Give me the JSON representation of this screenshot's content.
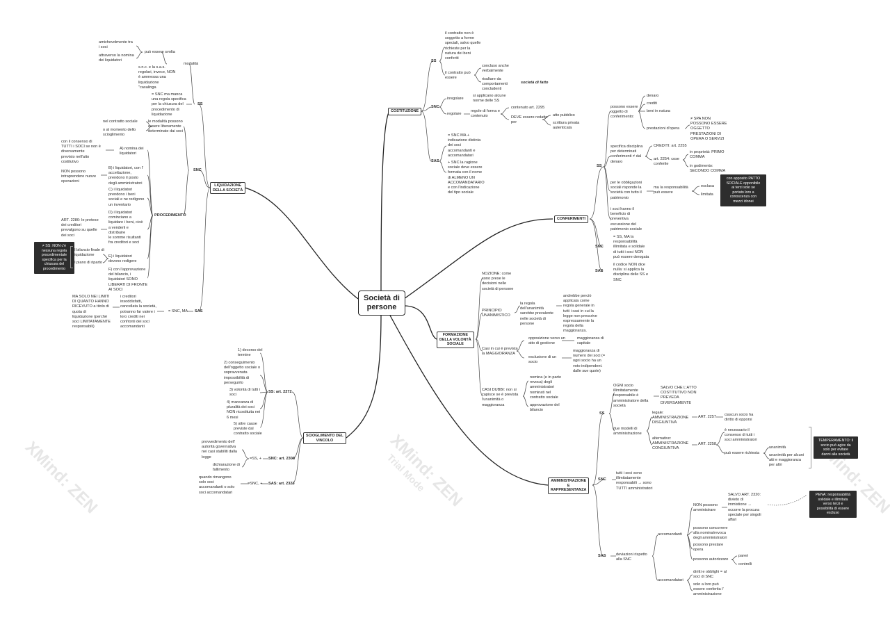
{
  "central": "Società di\npersone",
  "watermark": {
    "brand": "XMind: ZEN",
    "mode": "Trial Mode"
  },
  "branches": {
    "costituzione": {
      "title": "COSTITUZIONE",
      "ss_tag": "SS",
      "ss_text1": "il contratto non è\nsoggetto a forme\nspeciali, salvo quelle\nrichieste per la\nnatura dei beni\nconferiti",
      "ss_text2": "il contratto può\nessere",
      "verbal": "concluso anche\nverbalmente",
      "fatto": "risultare da\ncomportamenti\nconcludenti",
      "fatto_label": "società di fatto",
      "snc_tag": "SNC",
      "irregolare": "irregolare",
      "irregolare_note": "si applicano alcune\nnorme delle SS",
      "regolare": "regolare",
      "forma": "regole di forma e\ncontenuto",
      "contenuto": "contenuto art. 2295",
      "deve": "DEVE essere redatto\nper",
      "atto": "atto pubblico",
      "scrittura": "scrittura privata\nautenticata",
      "sas_tag": "SAS",
      "sas_text1": "= SNC MA +\nindicazione distinta\ndei soci\naccomandanti e\naccomandatari",
      "sas_text2": "+ SNC la ragione\nsociale deve essere\nformata con il nome\ndi ALMENO UN\nACCOMANDATARIO\ne con l'indicazione\ndel tipo sociale"
    },
    "conferimenti": {
      "title": "CONFERIMENTI",
      "ss_tag": "SS",
      "oggetto": "possono essere\noggetto di\nconferimento:",
      "denaro": "denaro",
      "crediti": "crediti",
      "beni": "beni in natura",
      "opera": "prestazioni d'opera",
      "spa": "≠ SPA NON\nPOSSONO ESSERE\nOGGETTO\nPRESTAZIONI DI\nOPERA O SERVIZI",
      "disciplina": "specifica disciplina\nper determinati\nconferimenti ≠ dal\ndenaro",
      "crediti_art": "CREDITI: art. 2255",
      "art2254": "art. 2254: cose\nconferite",
      "proprieta": "in proprietà: PRIMO\nCOMMA",
      "godimento": "in godimento:\nSECONDO COMMA",
      "obbligazioni": "per le obbligazioni\nsociali risponde la\nsocietà con tutto il\npatrimonio",
      "ma_resp": "ma la responsabilità\npuò essere",
      "esclusa": "esclusa",
      "limitata": "limitata",
      "patto_note": "con apposito PATTO\nSOCIALE opponibile\nai terzi solo se\nportato loro a\nconoscenza con\nmezzi idonei",
      "beneficio": "i soci hanno il\nbeneficio di\npreventiva\nescussione del\npatrimonio sociale",
      "snc_tag": "SNC",
      "snc_text": "= SS, MA la\nresponsabilità\nillimitata e solidale\ndi tutti i soci NON\npuò essere derogata",
      "sas_tag": "SAS",
      "sas_text": "il codice NON dice\nnulla: si applica la\ndisciplina delle SS e\nSNC"
    },
    "formazione": {
      "title": "FORMAZIONE\nDELLA VOLONTÀ\nSOCIALE",
      "nozione": "NOZIONE: come\nsono prese le\ndecisioni nelle\nsocietà di persone",
      "principio": "PRINCIPIO\nUNANIMISTICO",
      "regola": "la regola\ndell'unanimità\nsarebbe prevalente\nnelle società di\npersone",
      "andrebbe": "andrebbe perciò\napplicata come\nregola generale in\ntutti i casi in cui la\nlegge non prescrive\nespressamente la\nregola della\nmaggioranza.",
      "casi": "Casi in cui è prevista\nla MAGGIORANZA",
      "opposizione": "opposizione verso un\natto di gestione",
      "magg_capitale": "maggioranza di\ncapitale",
      "esclusione": "esclusione di un\nsocio",
      "magg_numero": "maggioranza di\nnumero dei soci (=\nogni socio ha un\nvoto indipendent.\ndalle sue quote)",
      "dubbi": "CASI DUBBI: non si\ncapisce se è prevista\nl'unanimità o\nmaggioranza",
      "nomina": "nomina (e in parte\nrevoca) degli\namministratori\nnominati nel\ncontratto sociale",
      "bilancio": "approvazione del\nbilancio"
    },
    "amministrazione": {
      "title": "AMMINISTRAZIONE\nE\nRAPPRESENTANZA",
      "ss_tag": "SS",
      "ogni_socio": "OGNI socio\nillimitatamente\nresponsabile è\namministratore della\nsocietà",
      "salvo": "SALVO CHE L'ATTO\nCOSTITUTIVO NON\nPREVEDA\nDIVERSAMENTE",
      "modelli": "due modelli di\namministrazione",
      "legale": "legale:\nAMMINISTRAZIONE\nDISGIUNTIVA",
      "art2257": "ART. 2257",
      "opporsi": "ciascun socio ha\ndiritto di opporsi",
      "alternativo": "alternativo:\nAMMINISTRAZIONE\nCONGIUNTIVA",
      "art2258": "ART. 2258",
      "consenso": "è necessario il\nconsenso di tutti i\nsoci amministratori",
      "richiesta": "può essere richiesta",
      "unanimita": "unanimità",
      "unan_alcuni": "unanimità per alcuni\natti e maggioranza\nper altri",
      "temperamento": "TEMPERAMENTO: il\nsocio può agire da\nsolo per evitare\ndanni alla società",
      "snc_tag": "SNC",
      "snc_text": "tutti i soci sono\nillimitatamente\nresponsabili → sono\nTUTTI amministratori",
      "sas_tag": "SAS",
      "deviazioni": "deviazioni rispetto\nalla SNC",
      "accomandanti": "accomandanti",
      "non_possono": "NON possono\namministrare",
      "salvo2320": "SALVO ART. 2320:\ndivieto di\nimmistione →\noccorre la procura\nspeciale per singoli\naffari",
      "pena": "PENA: responsabilità\nsolidale e illimitata\nverso terzi e\npossibilità di essere\nescluso",
      "concorrere": "possono concorrere\nalla nomina/revoca\ndegli amministratori",
      "prestare": "possono prestare\nopera",
      "autorizzare": "possono autorizzare",
      "pareri": "pareri",
      "controlli": "controlli",
      "accomandatari": "accomandatari",
      "diritti": "diritti e obblighi = al\nsoci di SNC",
      "solo": "solo a loro può\nessere conferita l'\namministrazione"
    },
    "liquidazione": {
      "title": "LIQUIDAZIONE\nDELLA SOCIETÀ",
      "ss_tag": "SS",
      "modalita": "modalità",
      "svolta": "può essere svolta",
      "amichevolmente": "amichevolmente tra\ni soci",
      "nomina_liq": "attraverso la nomina\ndei liquidatori",
      "snc_sas": "s.n.c. e la s.a.s.\nregolari, invece, NON\nè ammessa una\nliquidazione\n\"casalinga",
      "ss_text": "= SNC ma manca\nuna regola specifica\nper la chiusura del\nprocedimento di\nliquidazione",
      "snc_tag": "SNC",
      "modalita_snc": "le modalità possono\nessere liberamente\ndeterminate dai soci",
      "contratto": "nel contratto sociale",
      "scioglimento": "o al momento dello\nscioglimento",
      "procedimento": "PROCEDIMENTO",
      "consenso": "con il consenso di\nTUTTI i SOCI se non è\ndiversamente\nprevisto nell'atto\ncostitutivo",
      "a_nomina": "A) nomina dei\nliquidatori",
      "non_possono": "NON possono\nintraprendere nuove\noperazioni",
      "b": "B) i liquidatori, con l'\naccettazione,\nprendono il posto\ndegli amministratori",
      "c": "C) i liquidatori\nprendono i beni\nsociali e ne redigono\nun inventario",
      "art2280": "ART. 2280: le pretese\ndei creditori\nprevalgono su quelle\ndei soci",
      "d": "D)  i liquidatori\ncominciano a\nliquidare i beni, cioè\na venderli e\ndistribuire\nle somme risultanti\nfra creditori e soci",
      "ss_non": "≠ SS: NON c'è\nnessuna regola\nprocedimentale\nspecifica per la\nchiusura del\nprocedimento",
      "bil_finale": "il bilancio finale di\nliquidazione",
      "piano": "il piano di riparto",
      "e": "E) i liquidatori\ndevono redigere",
      "f": "F) con l'approvazione\ndel bilancio, i\nliquidatori SONO\nLIBERATI DI FRONTE\nAI SOCI",
      "sas_tag": "SAS",
      "snc_ma": "= SNC, MA",
      "creditori": "i creditori\ninsoddisfatti,\ncancellata la società,\npotranno far valere i\nloro crediti nei\nconfronti dei soci\naccomandanti",
      "limiti": "MA SOLO NEI LIMITI\nDI QUANTO HANNO\nRICEVUTO a titolo di\nquota di\nliquidazione (perchè\nsoci LIMITATAMENTE\nresponsabili)"
    },
    "scioglimento": {
      "title": "SCIOGLIMENTO DEL\nVINCOLO",
      "ss_tag": "SS: art. 2272",
      "c1": "1) decorso del\ntermine",
      "c2": "2) conseguimento\ndell'oggetto sociale o\nsopravvenuta\nimpossibilità di\nperseguirlo",
      "c3": "3) volontà di tutti i\nsoci",
      "c4": "4) mancanza di\npluralità dei soci\nNON ricostituita nei\n6 mesi",
      "c5": "5) altre cause\npreviste dal\ncontratto sociale",
      "snc_tag": "SNC: art. 2308",
      "snc_pre": "=SS, +",
      "provvedimento": "provvedimento dell'\nautorità governativa\nnei casi stabiliti dalla\nlegge",
      "fallimento": "dichiarazione di\nfallimento",
      "sas_tag": "SAS: art. 2323",
      "sas_pre": "=SNC, +",
      "rimangono": "quando rimangono\nsolo soci\naccomandanti o solo\nsoci accomandatari"
    }
  }
}
